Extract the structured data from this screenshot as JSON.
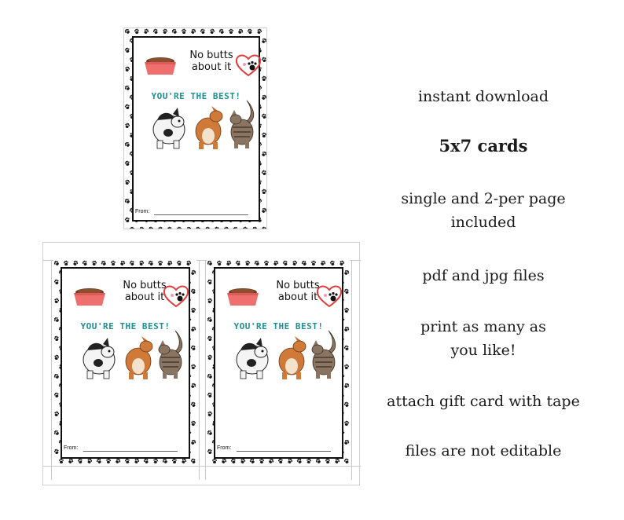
{
  "card": {
    "headline": "No butts about it",
    "tagline": "YOU'RE THE BEST!",
    "from_label": "From:",
    "accent_color": "#1e8f95",
    "heart_color": "#e23b3b",
    "bowl_color": "#ef6f6f"
  },
  "features": {
    "download": "instant download",
    "size": "5x7 cards",
    "layout_line1": "single and 2-per page",
    "layout_line2": "included",
    "files": "pdf and jpg files",
    "print_line1": "print as many as",
    "print_line2": "you like!",
    "gift": "attach gift card with tape",
    "editable": "files are not editable"
  },
  "icons": [
    "paw-print-icon",
    "pet-bowl-icon",
    "heart-paw-icon",
    "french-bulldog-icon",
    "shiba-dog-icon",
    "tabby-cat-icon"
  ]
}
